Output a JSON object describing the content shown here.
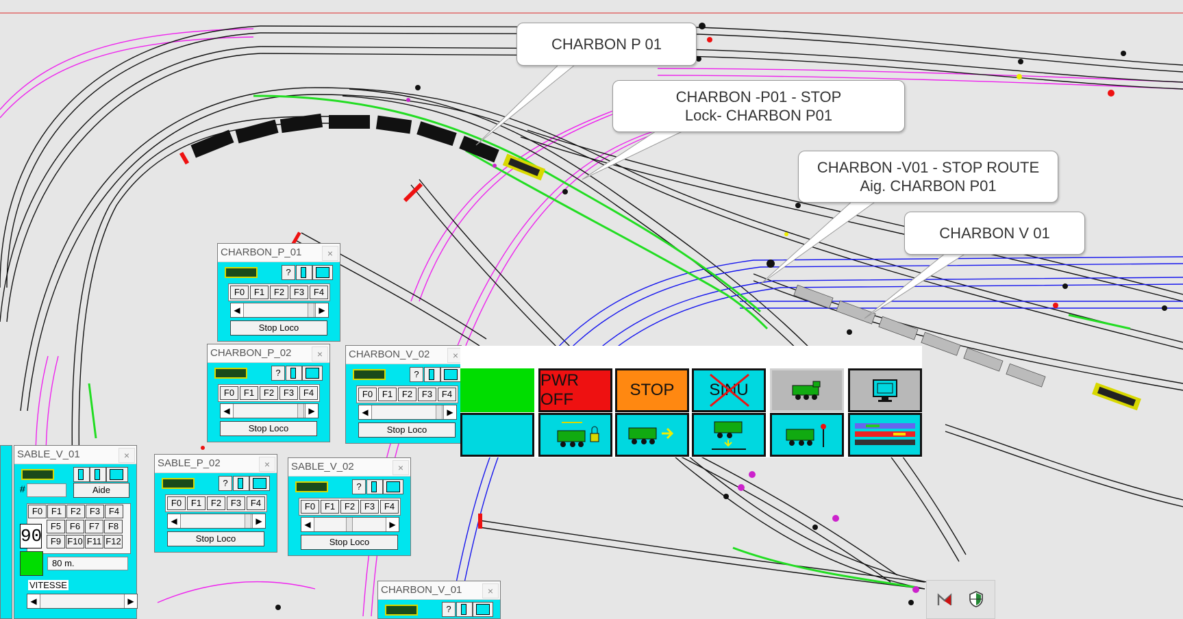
{
  "callouts": [
    {
      "id": "charbon-p01",
      "lines": [
        "CHARBON P 01"
      ]
    },
    {
      "id": "charbon-p01-stop",
      "lines": [
        "CHARBON -P01 - STOP",
        "Lock- CHARBON P01"
      ]
    },
    {
      "id": "charbon-v01-stop-route",
      "lines": [
        "CHARBON -V01 - STOP ROUTE",
        "Aig. CHARBON P01"
      ]
    },
    {
      "id": "charbon-v01",
      "lines": [
        "CHARBON V 01"
      ]
    }
  ],
  "loco_panels": [
    {
      "title": "CHARBON_P_01",
      "help": "?",
      "fkeys": [
        "F0",
        "F1",
        "F2",
        "F3",
        "F4"
      ],
      "stop_label": "Stop Loco",
      "close": "×"
    },
    {
      "title": "CHARBON_P_02",
      "help": "?",
      "fkeys": [
        "F0",
        "F1",
        "F2",
        "F3",
        "F4"
      ],
      "stop_label": "Stop Loco",
      "close": "×"
    },
    {
      "title": "CHARBON_V_02",
      "help": "?",
      "fkeys": [
        "F0",
        "F1",
        "F2",
        "F3",
        "F4"
      ],
      "stop_label": "Stop Loco",
      "close": "×"
    },
    {
      "title": "SABLE_P_02",
      "help": "?",
      "fkeys": [
        "F0",
        "F1",
        "F2",
        "F3",
        "F4"
      ],
      "stop_label": "Stop Loco",
      "close": "×"
    },
    {
      "title": "SABLE_V_02",
      "help": "?",
      "fkeys": [
        "F0",
        "F1",
        "F2",
        "F3",
        "F4"
      ],
      "stop_label": "Stop Loco",
      "close": "×"
    },
    {
      "title": "CHARBON_V_01",
      "help": "?",
      "close": "×"
    }
  ],
  "sable_v01": {
    "title": "SABLE_V_01",
    "close": "×",
    "hash": "#",
    "aide": "Aide",
    "fkeys": [
      [
        "F0",
        "F1",
        "F2",
        "F3",
        "F4"
      ],
      [
        "F5",
        "F6",
        "F7",
        "F8"
      ],
      [
        "F9",
        "F10",
        "F11",
        "F12"
      ]
    ],
    "speed_value": "90",
    "distance": "80 m.",
    "speed_label": "VITESSE"
  },
  "control": {
    "pwr_off": "PWR OFF",
    "stop": "STOP",
    "sinu": "SINU",
    "colors": {
      "green": "#00dd00",
      "red": "#ee1111",
      "orange": "#ff8811",
      "cyan": "#00d8e0",
      "gray": "#b8b8b8"
    }
  },
  "tray_icons": [
    "mcafee-icon",
    "shield-icon"
  ]
}
